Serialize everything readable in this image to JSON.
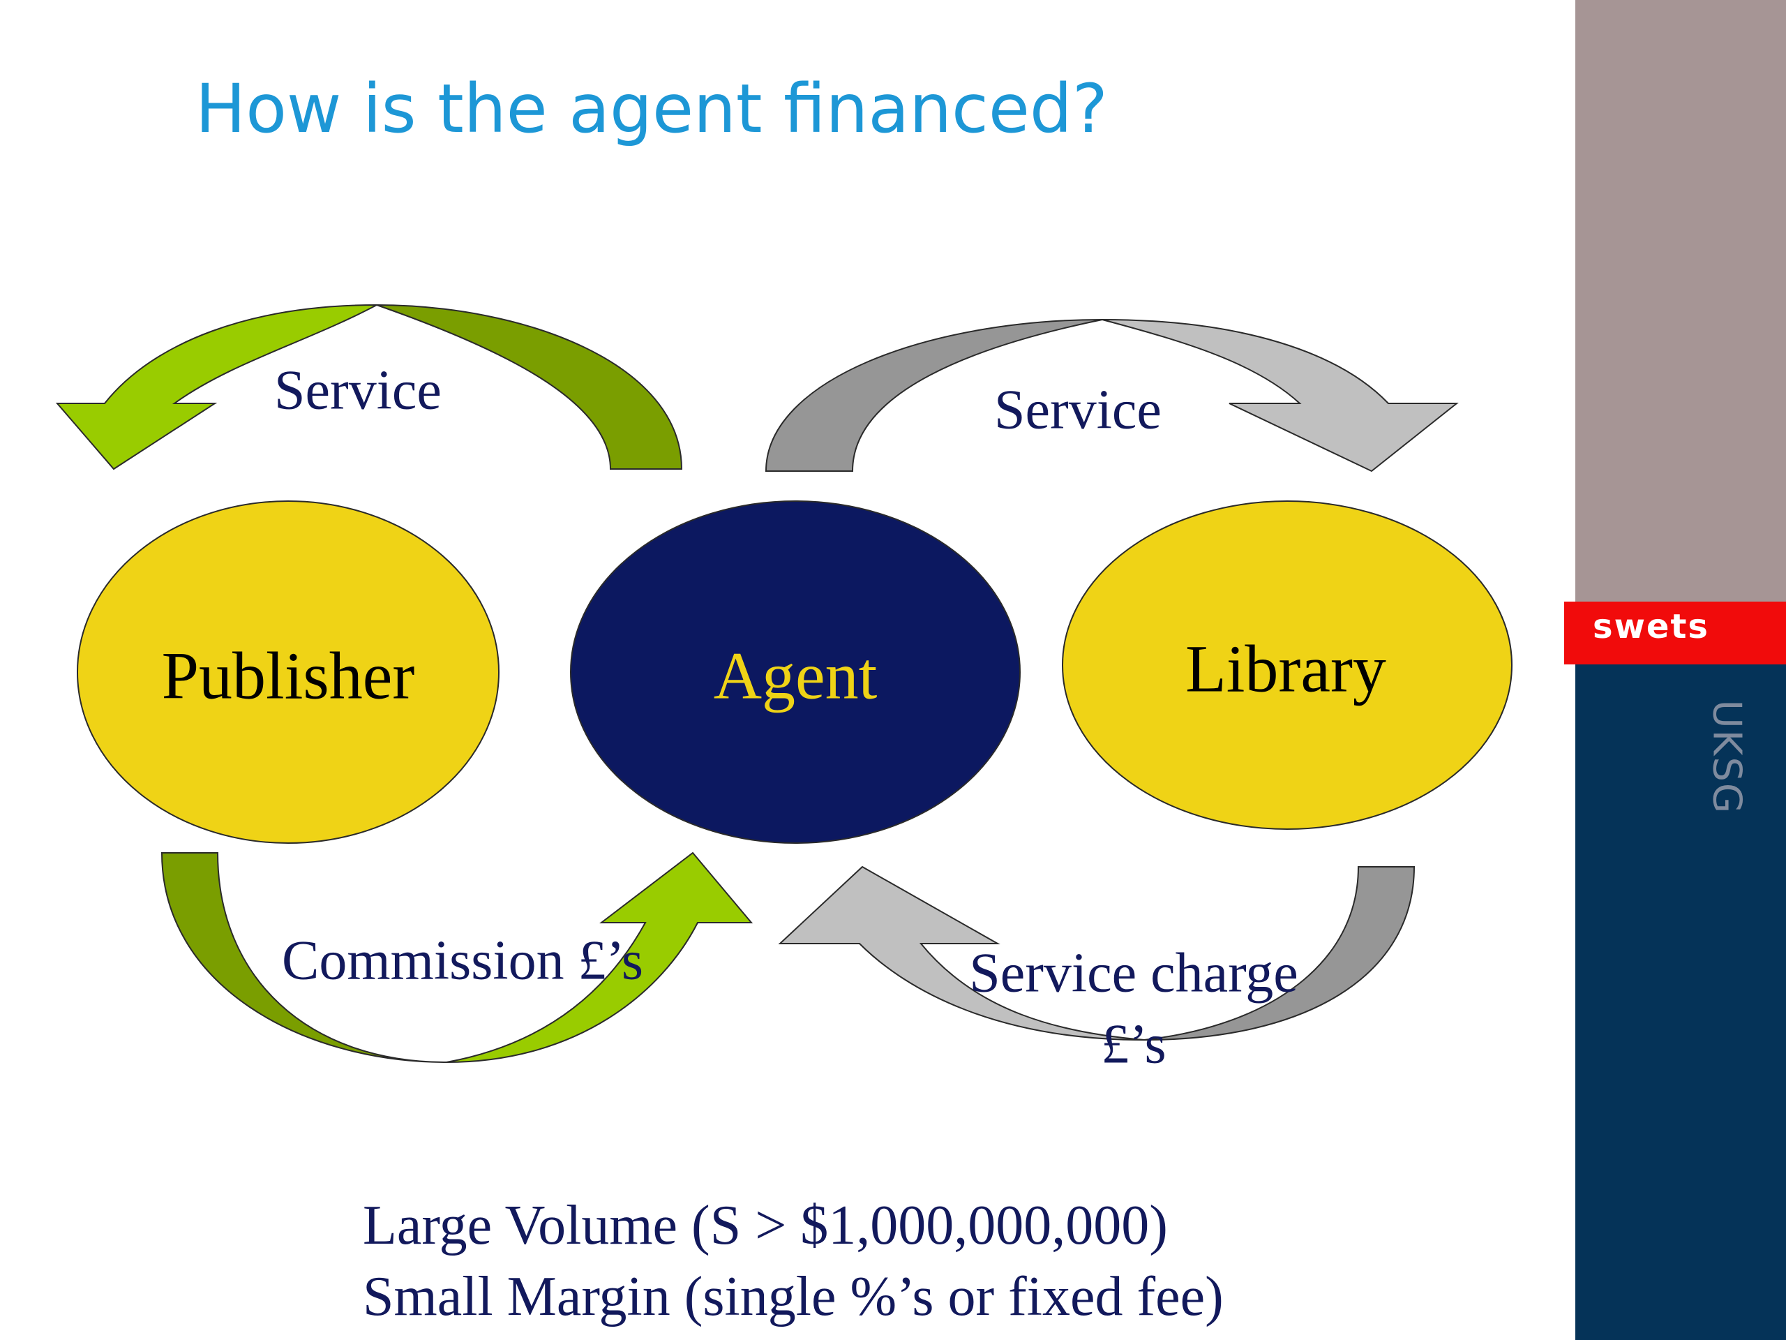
{
  "slide": {
    "title": "How is the agent financed?"
  },
  "nodes": {
    "publisher": "Publisher",
    "agent": "Agent",
    "library": "Library"
  },
  "arrows": {
    "service_left": "Service",
    "service_right": "Service",
    "commission": "Commission £’s",
    "service_charge_line1": "Service charge",
    "service_charge_line2": "£’s"
  },
  "footer": {
    "line1": "Large Volume (S > $1,000,000,000)",
    "line2": "Small Margin (single %’s or fixed fee)"
  },
  "brand": {
    "logo_text": "swets",
    "side_text": "UKSG"
  },
  "colors": {
    "title": "#1d97d6",
    "node_yellow": "#efd316",
    "agent_navy": "#0c1860",
    "green_light": "#99cc00",
    "green_dark": "#7a9e00",
    "gray_light": "#c0c0c0",
    "gray_dark": "#969696",
    "label_navy": "#12195c",
    "bar_top": "#a69595",
    "bar_brand": "#f10b0b",
    "bar_bottom": "#053358"
  }
}
